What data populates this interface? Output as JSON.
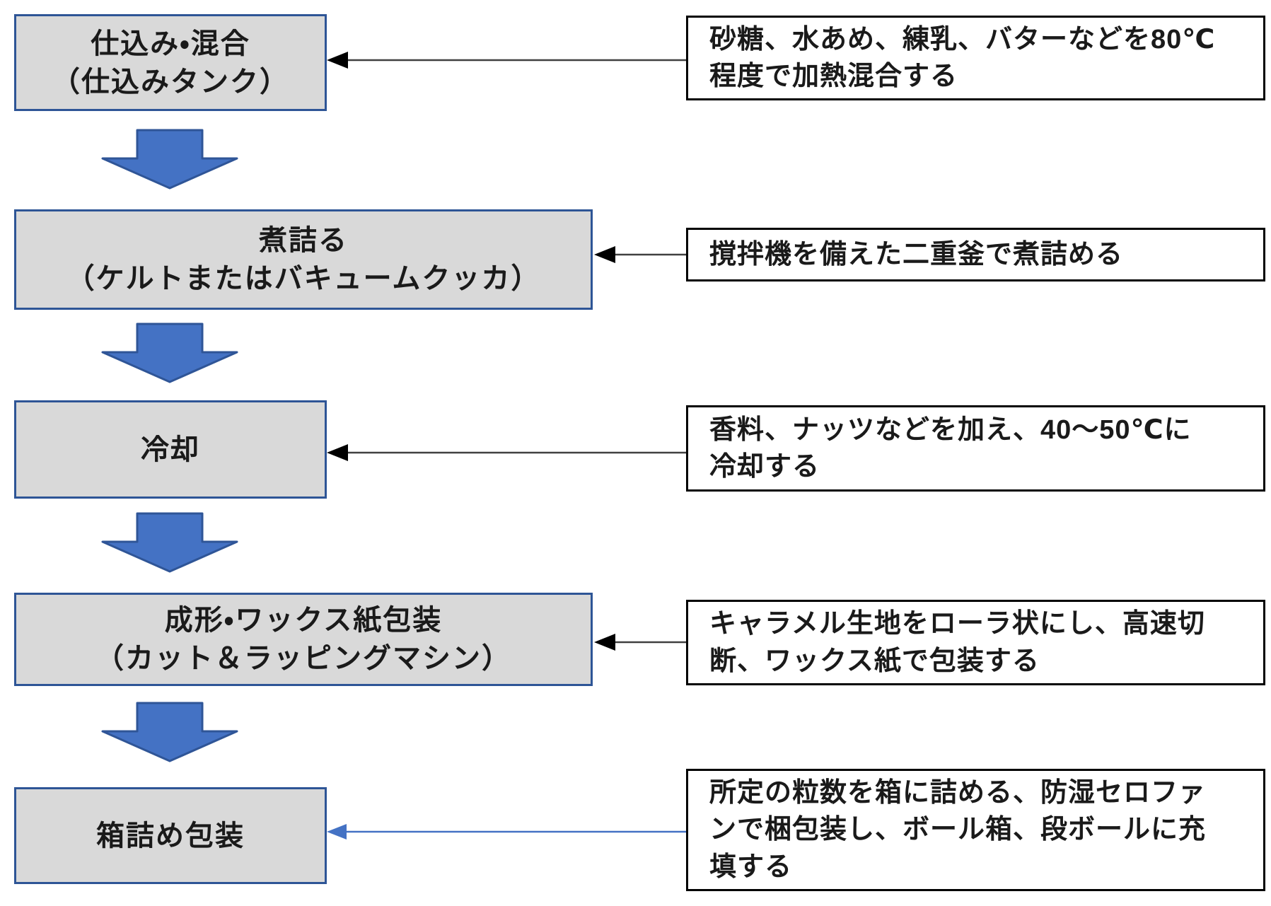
{
  "diagram": {
    "type": "process-flowchart",
    "steps": [
      {
        "label": "仕込み・混合\n（仕込みタンク）",
        "note": "砂糖、水あめ、練乳、バターなどを80℃\n程度で加熱混合する"
      },
      {
        "label": "煮詰る\n（ケルトまたはバキュームクッカ）",
        "note": "撹拌機を備えた二重釜で煮詰める"
      },
      {
        "label": "冷却",
        "note": "香料、ナッツなどを加え、40～50℃に\n冷却する"
      },
      {
        "label": "成形・ワックス紙包装\n（カット＆ラッピングマシン）",
        "note": "キャラメル生地をローラ状にし、高速切\n断、ワックス紙で包装する"
      },
      {
        "label": "箱詰め包装",
        "note": "所定の粒数を箱に詰める、防湿セロファ\nンで梱包装し、ボール箱、段ボールに充\n填する"
      }
    ]
  },
  "colors": {
    "process_box_fill": "#d9d9d9",
    "process_box_border": "#2e5596",
    "block_arrow_fill": "#4472c4",
    "block_arrow_border": "#2f5597",
    "note_box_border": "#000000",
    "note_box_fill": "#ffffff",
    "connector_line": "#404040",
    "connector_arrowhead": "#000000",
    "connector_final": "#4472c4"
  }
}
